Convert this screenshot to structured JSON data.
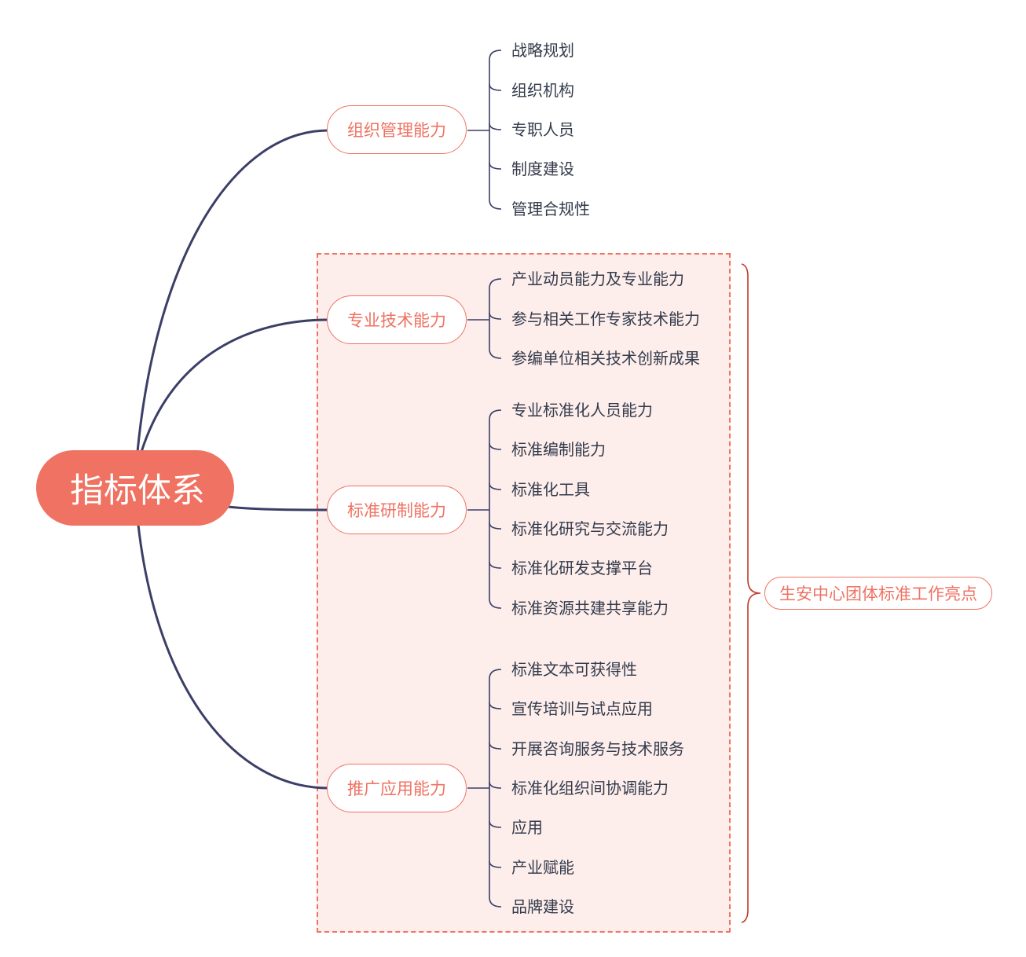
{
  "root": {
    "label": "指标体系"
  },
  "branches": [
    {
      "label": "组织管理能力",
      "items": [
        "战略规划",
        "组织机构",
        "专职人员",
        "制度建设",
        "管理合规性"
      ]
    },
    {
      "label": "专业技术能力",
      "items": [
        "产业动员能力及专业能力",
        "参与相关工作专家技术能力",
        "参编单位相关技术创新成果"
      ]
    },
    {
      "label": "标准研制能力",
      "items": [
        "专业标准化人员能力",
        "标准编制能力",
        "标准化工具",
        "标准化研究与交流能力",
        "标准化研发支撑平台",
        "标准资源共建共享能力"
      ]
    },
    {
      "label": "推广应用能力",
      "items": [
        "标准文本可获得性",
        "宣传培训与试点应用",
        "开展咨询服务与技术服务",
        "标准化组织间协调能力",
        "应用",
        "产业赋能",
        "品牌建设"
      ]
    }
  ],
  "callout": {
    "label": "生安中心团体标准工作亮点"
  },
  "colors": {
    "accent": "#ef7262",
    "line": "#3b3f66",
    "brace": "#c0392b",
    "highlight_fill": "#fdeeec",
    "leaf_text": "#333a4a"
  }
}
